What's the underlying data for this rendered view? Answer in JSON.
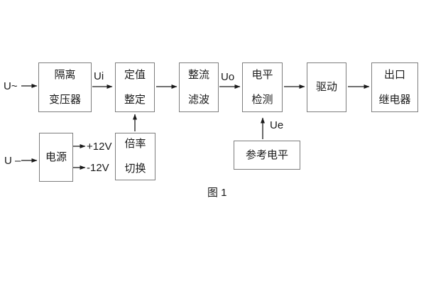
{
  "figure": {
    "caption": "图 1",
    "inputs": {
      "ac_label": "U~",
      "dc_label": "U –"
    },
    "signals": {
      "ui": "Ui",
      "uo": "Uo",
      "ue": "Ue",
      "plus12v": "+12V",
      "minus12v": "-12V"
    },
    "blocks": {
      "isolation_transformer": {
        "line1": "隔离",
        "line2": "变压器"
      },
      "setting_adjust": {
        "line1": "定值",
        "line2": "整定"
      },
      "rectifier_filter": {
        "line1": "整流",
        "line2": "滤波"
      },
      "level_detect": {
        "line1": "电平",
        "line2": "检测"
      },
      "driver": {
        "label": "驱动"
      },
      "output_relay": {
        "line1": "出口",
        "line2": "继电器"
      },
      "power_supply": {
        "label": "电源"
      },
      "ratio_switch": {
        "line1": "倍率",
        "line2": "切换"
      },
      "reference_level": {
        "label": "参考电平"
      }
    },
    "colors": {
      "background": "#ffffff",
      "box_border": "#7d7d7d",
      "text": "#1a1a1a",
      "arrow": "#1a1a1a"
    }
  }
}
